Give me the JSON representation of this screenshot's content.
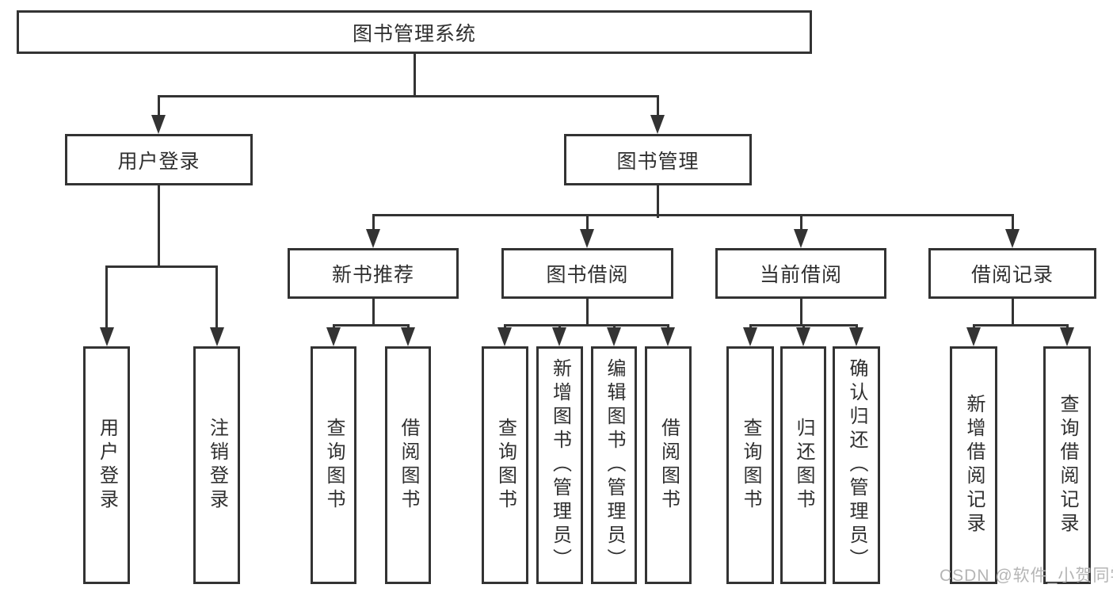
{
  "tree": {
    "root": {
      "label": "图书管理系统",
      "children": [
        {
          "label": "用户登录",
          "children": [
            {
              "label": "用户登录"
            },
            {
              "label": "注销登录"
            }
          ]
        },
        {
          "label": "图书管理",
          "children": [
            {
              "label": "新书推荐",
              "children": [
                {
                  "label": "查询图书"
                },
                {
                  "label": "借阅图书"
                }
              ]
            },
            {
              "label": "图书借阅",
              "children": [
                {
                  "label": "查询图书"
                },
                {
                  "label": "新增图书（管理员）"
                },
                {
                  "label": "编辑图书（管理员）"
                },
                {
                  "label": "借阅图书"
                }
              ]
            },
            {
              "label": "当前借阅",
              "children": [
                {
                  "label": "查询图书"
                },
                {
                  "label": "归还图书"
                },
                {
                  "label": "确认归还（管理员）"
                }
              ]
            },
            {
              "label": "借阅记录",
              "children": [
                {
                  "label": "新增借阅记录"
                },
                {
                  "label": "查询借阅记录"
                }
              ]
            }
          ]
        }
      ]
    }
  },
  "watermark": {
    "text": "CSDN @软件_小贺同学"
  },
  "colors": {
    "line": "#333333",
    "box_border": "#333333",
    "text": "#2f2f2f",
    "watermark": "#b5b5b5",
    "background": "#ffffff"
  }
}
